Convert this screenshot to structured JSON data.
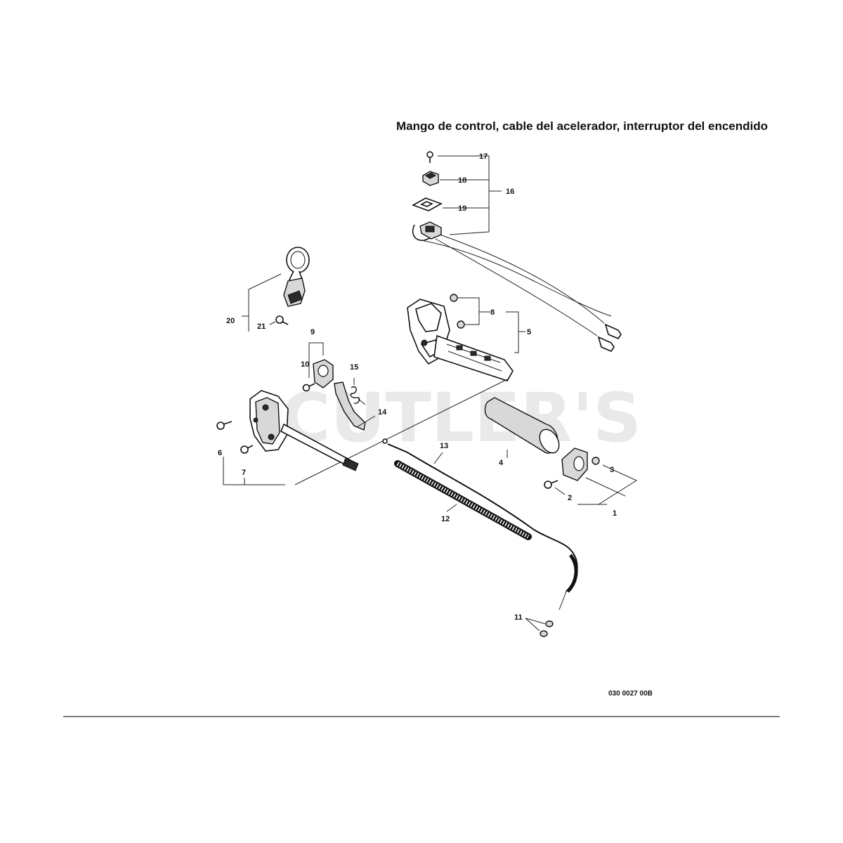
{
  "title": "Mango de control, cable del acelerador, interruptor del encendido",
  "watermark": "CUTLER'S",
  "drawing_code": "030 0027 00B",
  "callouts": {
    "c1": "1",
    "c2": "2",
    "c3": "3",
    "c4": "4",
    "c5": "5",
    "c6": "6",
    "c7": "7",
    "c8": "8",
    "c9": "9",
    "c10": "10",
    "c11": "11",
    "c12": "12",
    "c13": "13",
    "c14": "14",
    "c15": "15",
    "c16": "16",
    "c17": "17",
    "c18": "18",
    "c19": "19",
    "c20": "20",
    "c21": "21"
  }
}
